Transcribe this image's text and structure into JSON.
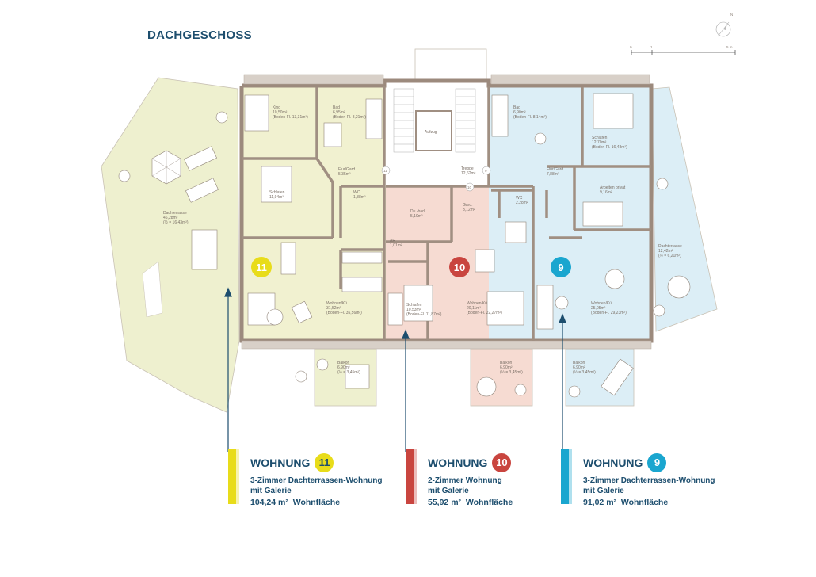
{
  "title": "DACHGESCHOSS",
  "scale": {
    "t0": "0",
    "t1": "1",
    "t5": "5 m"
  },
  "compass": "N",
  "colors": {
    "yellow": "#e8dc1a",
    "red": "#c9453f",
    "blue": "#1aa6cf",
    "unit11_fill": "#f1f1d0",
    "unit10_fill": "#f6dbd2",
    "unit9_fill": "#dceef6",
    "core_fill": "#ffffff",
    "wall": "#9c8a7d",
    "text": "#1d4e6e"
  },
  "units": {
    "u11": {
      "number": "11",
      "heading": "WOHNUNG",
      "line1": "3-Zimmer Dachterrassen-Wohnung",
      "line2": "mit Galerie",
      "area": "104,24 m²",
      "area_label": "Wohnfläche"
    },
    "u10": {
      "number": "10",
      "heading": "WOHNUNG",
      "line1": "2-Zimmer Wohnung",
      "line2": "mit Galerie",
      "area": "55,92 m²",
      "area_label": "Wohnfläche"
    },
    "u9": {
      "number": "9",
      "heading": "WOHNUNG",
      "line1": "3-Zimmer Dachterrassen-Wohnung",
      "line2": "mit Galerie",
      "area": "91,02 m²",
      "area_label": "Wohnfläche"
    }
  },
  "rooms": {
    "kind": {
      "name": "Kind",
      "a": "10,50m²",
      "b": "(Boden-Fl. 13,31m²)"
    },
    "bad11": {
      "name": "Bad",
      "a": "6,95m²",
      "b": "(Boden-Fl. 8,21m²)"
    },
    "flur11": {
      "name": "Flur/Gard.",
      "a": "5,35m²"
    },
    "wc11": {
      "name": "WC",
      "a": "1,88m²"
    },
    "schlafen11": {
      "name": "Schlafen",
      "a": "11,94m²"
    },
    "dachterrasse11": {
      "name": "Dachterrasse",
      "a": "46,28m²",
      "b": "(½ = 16,43m²)"
    },
    "wohnen11": {
      "name": "Wohnen/Kü.",
      "a": "31,52m²",
      "b": "(Boden-Fl. 35,56m²)"
    },
    "balkon11": {
      "name": "Balkon",
      "a": "6,90m²",
      "b": "(½ = 3,45m²)"
    },
    "aufzug": {
      "name": "Aufzug"
    },
    "treppe": {
      "name": "Treppe",
      "a": "12,62m²"
    },
    "duschbad": {
      "name": "Du.-bad",
      "a": "5,19m²"
    },
    "gard10": {
      "name": "Gard.",
      "a": "3,12m²"
    },
    "ar": {
      "name": "AR",
      "a": "1,01m²"
    },
    "schlafen10": {
      "name": "Schlafen",
      "a": "10,53m²",
      "b": "(Boden-Fl. 11,87m²)"
    },
    "wohnen10": {
      "name": "Wohnen/Kü.",
      "a": "20,11m²",
      "b": "(Boden-Fl. 22,27m²)"
    },
    "balkon10": {
      "name": "Balkon",
      "a": "6,90m²",
      "b": "(½ = 3,45m²)"
    },
    "bad9": {
      "name": "Bad",
      "a": "6,90m²",
      "b": "(Boden-Fl. 8,14m²)"
    },
    "schlafen9": {
      "name": "Schlafen",
      "a": "12,70m²",
      "b": "(Boden-Fl. 16,48m²)"
    },
    "flur9": {
      "name": "Flur/Gard.",
      "a": "7,88m²"
    },
    "wc9": {
      "name": "WC",
      "a": "2,28m²"
    },
    "arbeiten9": {
      "name": "Arbeiten privat",
      "a": "9,16m²"
    },
    "dachterrasse9": {
      "name": "Dachterrasse",
      "a": "12,42m²",
      "b": "(½ = 6,21m²)"
    },
    "wohnen9": {
      "name": "Wohnen/Kü.",
      "a": "25,05m²",
      "b": "(Boden-Fl. 29,23m²)"
    },
    "balkon9": {
      "name": "Balkon",
      "a": "6,90m²",
      "b": "(½ = 3,45m²)"
    }
  }
}
